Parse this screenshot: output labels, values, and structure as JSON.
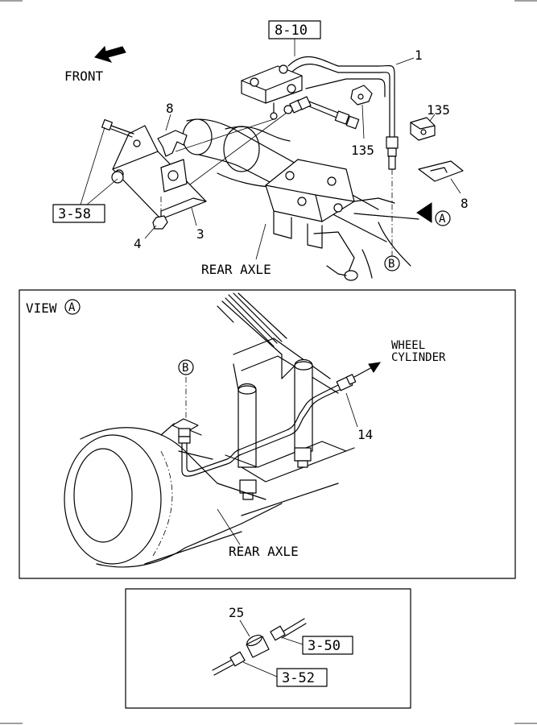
{
  "top": {
    "front": "FRONT",
    "rear_axle": "REAR AXLE",
    "refs": {
      "r810": "8-10",
      "r358": "3-58"
    },
    "parts": {
      "p1": "1",
      "p135a": "135",
      "p135b": "135",
      "p8a": "8",
      "p8b": "8",
      "p3": "3",
      "p4": "4"
    },
    "markers": {
      "a": "A",
      "b": "B"
    }
  },
  "view": {
    "title": "VIEW",
    "marker_a": "A",
    "marker_b": "B",
    "wheel1": "WHEEL",
    "wheel2": "CYLINDER",
    "p14": "14",
    "rear_axle": "REAR AXLE"
  },
  "inset": {
    "p25": "25",
    "r350": "3-50",
    "r352": "3-52"
  }
}
